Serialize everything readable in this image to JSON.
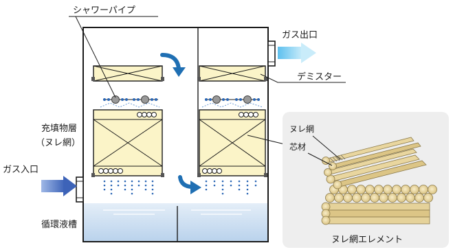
{
  "labels": {
    "shower_pipe": "シャワーパイプ",
    "gas_outlet": "ガス出口",
    "demister": "デミスター",
    "packing_layer_line1": "充填物層",
    "packing_layer_line2": "（ヌレ網）",
    "gas_inlet": "ガス入口",
    "circulation_tank": "循環液槽",
    "nure_mesh": "ヌレ網",
    "core_material": "芯材",
    "nure_mesh_element": "ヌレ網エレメント"
  },
  "colors": {
    "packing_fill": "#fbf4c8",
    "liquid_fill": "#cfe0f2",
    "arrow_blue": "#1f6fb3",
    "gas_arrow_in": "#4a74c4",
    "gas_arrow_out": "#8fd2f2",
    "element_panel": "#eeeeee",
    "rod_fill": "#ead9a6",
    "rod_stroke": "#8b7a4a",
    "outline": "#1a1a1a"
  }
}
